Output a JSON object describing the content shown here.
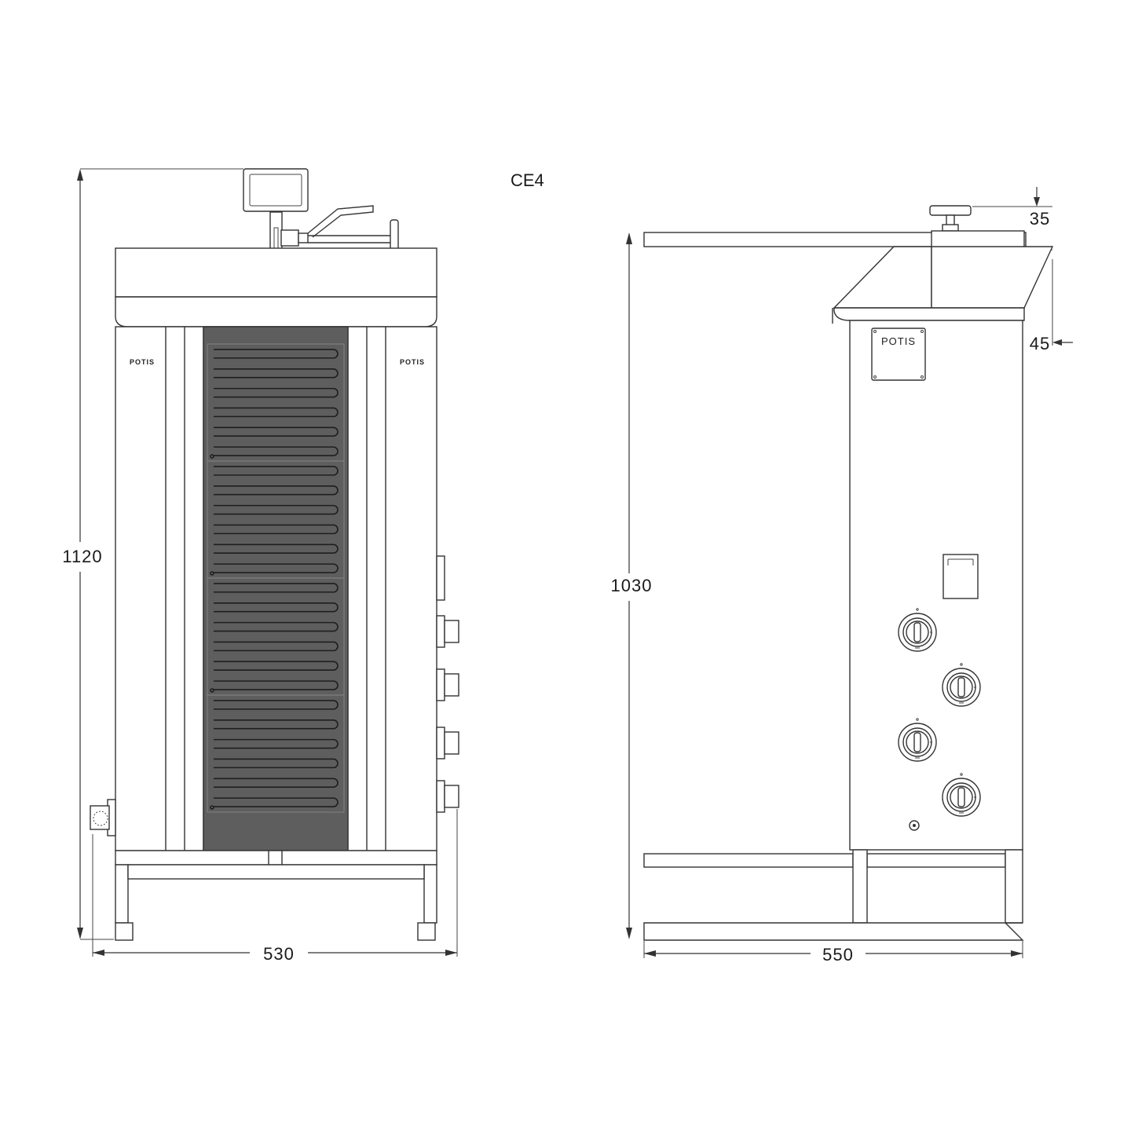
{
  "title": "CE4",
  "brand": "POTIS",
  "front_view": {
    "height_label": "1120",
    "width_label": "530",
    "heating_sections": 4,
    "coil_turns_per_section": 6
  },
  "side_view": {
    "height_label": "1030",
    "width_label": "550",
    "top_offset_label": "35",
    "edge_offset_label": "45",
    "control_knobs": 4
  }
}
